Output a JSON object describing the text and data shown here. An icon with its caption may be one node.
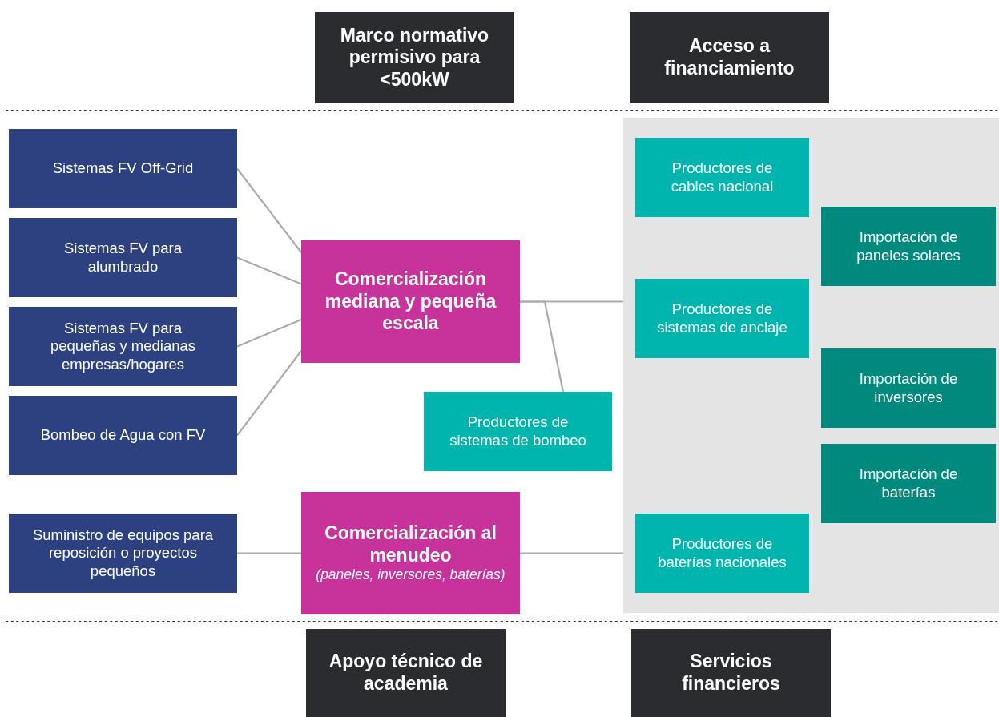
{
  "diagram": {
    "nodes": [
      {
        "text": [
          "Marco normativo permisivo para <500kW"
        ]
      },
      {
        "text": [
          "Acceso a financiamiento"
        ]
      },
      {
        "text": [
          "Sistemas FV Off-Grid"
        ]
      },
      {
        "text": [
          "Sistemas FV para alumbrado"
        ]
      },
      {
        "text": [
          "Sistemas FV para pequeñas y medianas empresas/hogares"
        ]
      },
      {
        "text": [
          "Bombeo de Agua con FV"
        ]
      },
      {
        "text": [
          "Comercialización mediana y pequeña escala"
        ]
      },
      {
        "text": [
          "Productores de sistemas de bombeo"
        ]
      },
      {
        "text": [
          "Suministro de equipos para reposición o proyectos pequeños"
        ]
      },
      {
        "text": [
          "Comercialización al menudeo",
          "(paneles, inversores, baterías)"
        ]
      },
      {
        "text": [],
        "shape": "box"
      },
      {
        "text": [
          "Productores de cables nacional"
        ],
        "in": 10
      },
      {
        "text": [
          "Importación de paneles solares"
        ],
        "in": 10
      },
      {
        "text": [
          "Productores de sistemas de anclaje"
        ],
        "in": 10
      },
      {
        "text": [
          "Importación de inversores"
        ],
        "in": 10
      },
      {
        "text": [
          "Importación de baterías"
        ],
        "in": 10
      },
      {
        "text": [
          "Productores de baterías nacionales"
        ],
        "in": 10
      },
      {
        "text": [
          "Apoyo técnico de academia"
        ]
      },
      {
        "text": [
          "Servicios financieros"
        ]
      }
    ],
    "edges": [
      {
        "from": 2,
        "to": 6,
        "arrow": "none"
      },
      {
        "from": 3,
        "to": 6,
        "arrow": "none"
      },
      {
        "from": 4,
        "to": 6,
        "arrow": "none"
      },
      {
        "from": 5,
        "to": 6,
        "arrow": "none"
      },
      {
        "from": 6,
        "to": 10,
        "arrow": "none"
      },
      {
        "from": 6,
        "to": 7,
        "arrow": "none"
      },
      {
        "from": 8,
        "to": 9,
        "arrow": "none"
      },
      {
        "from": 9,
        "to": 10,
        "arrow": "none"
      }
    ]
  }
}
